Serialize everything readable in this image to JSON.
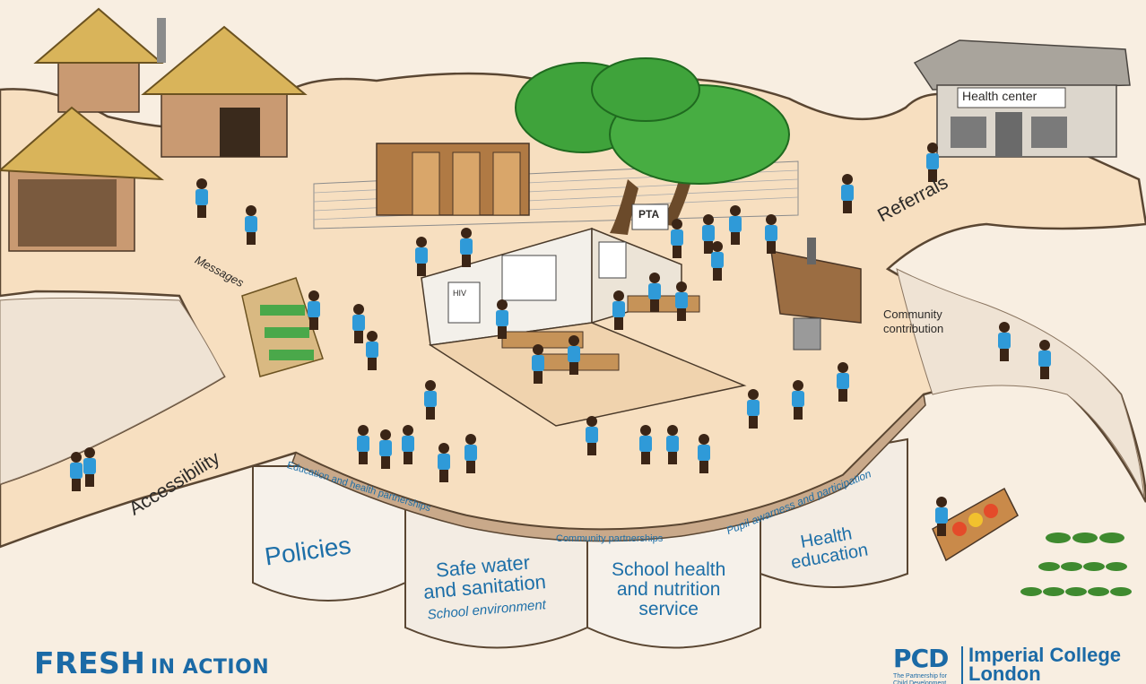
{
  "diagram": {
    "labels": {
      "health_center": "Health center",
      "pta": "PTA",
      "hiv": "HIV",
      "referrals": "Referrals",
      "messages": "Messages",
      "community_contribution_line1": "Community",
      "community_contribution_line2": "contribution",
      "accessibility": "Accessibility",
      "education_health_partnerships": "Education and health partnerships",
      "community_partnerships": "Community partnerships",
      "pupil_awareness": "Pupil awarness and participation"
    },
    "pillars": [
      {
        "line1": "Policies",
        "line2": "",
        "line3": ""
      },
      {
        "line1": "Safe water",
        "line2": "and sanitation",
        "line3": "School environment"
      },
      {
        "line1": "School health",
        "line2": "and nutrition",
        "line3": "service"
      },
      {
        "line1": "Health",
        "line2": "education",
        "line3": ""
      }
    ]
  },
  "branding": {
    "fresh": "FRESH",
    "in_action": "IN ACTION",
    "pcd": "PCD",
    "pcd_sub": "The Partnership for Child Development",
    "imperial_line1": "Imperial College",
    "imperial_line2": "London"
  },
  "colors": {
    "platform": "#f7dfc0",
    "platform_edge": "#5a4632",
    "pillar": "#f6f1ea",
    "text_blue": "#1d6fa8",
    "tree": "#3fa33b",
    "roof": "#d9b45a",
    "hut_wall": "#c99a72",
    "shirt": "#2f9ad8"
  }
}
